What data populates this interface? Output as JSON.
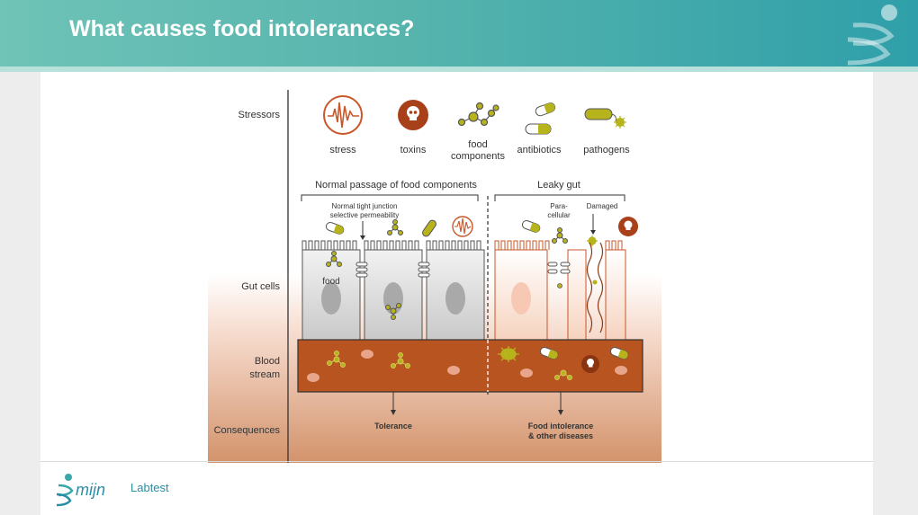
{
  "title": "What causes food intolerances?",
  "logo": {
    "text": "Labtest",
    "script": "mijn"
  },
  "colors": {
    "header_start": "#6fc3b7",
    "header_end": "#2f9fa9",
    "stress": "#c8572a",
    "toxin": "#a8401a",
    "food": "#b7b31d",
    "blood": "#b8541f"
  },
  "rows": {
    "stressors": "Stressors",
    "gut_cells": "Gut cells",
    "blood_stream_1": "Blood",
    "blood_stream_2": "stream",
    "consequences": "Consequences"
  },
  "stressors": {
    "stress": "stress",
    "toxins": "toxins",
    "food_components_1": "food",
    "food_components_2": "components",
    "antibiotics": "antibiotics",
    "pathogens": "pathogens"
  },
  "sections": {
    "normal": "Normal passage of food components",
    "leaky": "Leaky gut",
    "normal_junction_1": "Normal tight junction",
    "normal_junction_2": "selective permeability",
    "para_1": "Para-",
    "para_2": "cellular",
    "damaged": "Damaged",
    "food_label": "food"
  },
  "consequences": {
    "tolerance": "Tolerance",
    "intolerance_1": "Food intolerance",
    "intolerance_2": "& other diseases"
  }
}
